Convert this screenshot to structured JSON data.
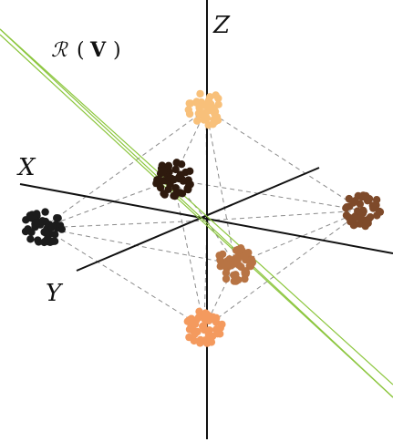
{
  "title": {
    "script": "ℛ",
    "open": "(",
    "bold": "V",
    "close": ")"
  },
  "axes": {
    "x_label": "X",
    "y_label": "Y",
    "z_label": "Z"
  },
  "clusters": [
    {
      "id": "top",
      "color": "#F8C07A"
    },
    {
      "id": "upper-left",
      "color": "#2E1A0E"
    },
    {
      "id": "left",
      "color": "#1C1C1C"
    },
    {
      "id": "right",
      "color": "#7E4A2A"
    },
    {
      "id": "center-right",
      "color": "#B87444"
    },
    {
      "id": "bottom",
      "color": "#F49A5E"
    }
  ],
  "plane_color": "#8CC63E"
}
